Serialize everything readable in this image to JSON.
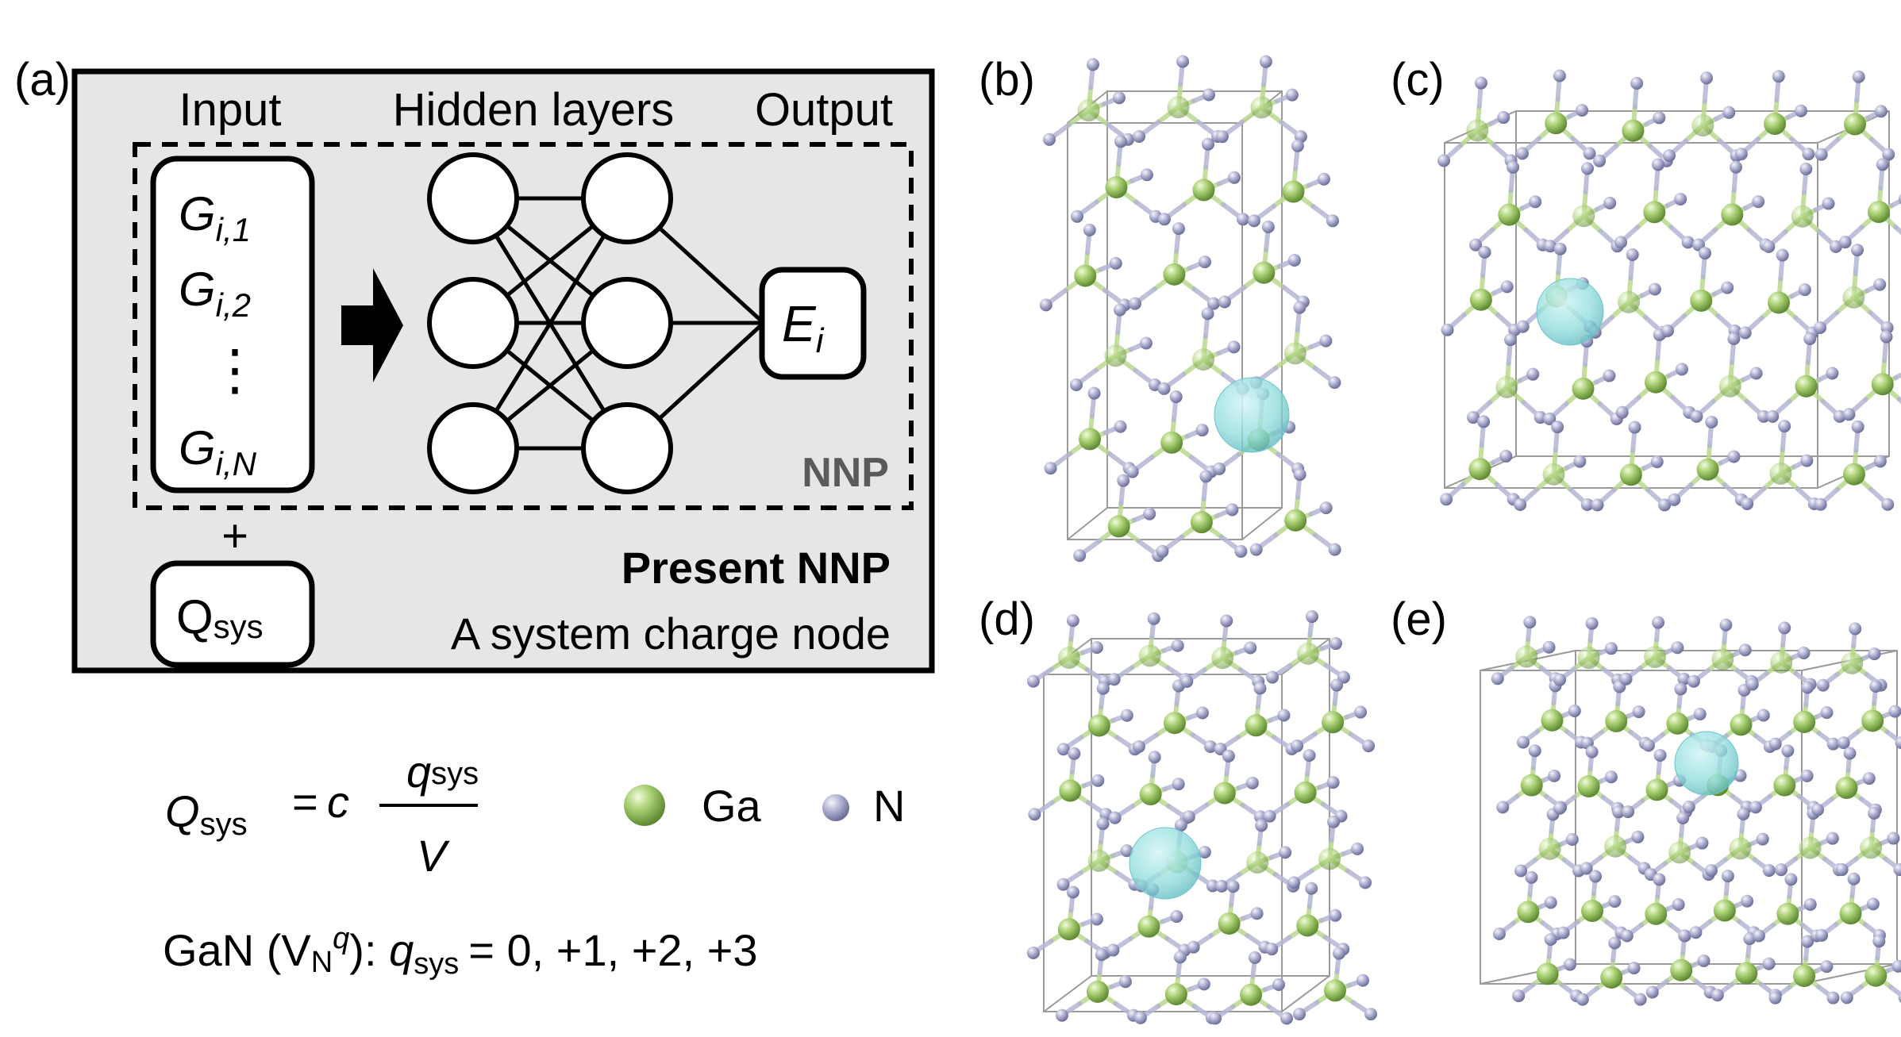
{
  "panel_a": {
    "label": "(a)",
    "header_input": "Input",
    "header_hidden": "Hidden layers",
    "header_output": "Output",
    "inputs": [
      {
        "sym": "G",
        "sub": "i,1"
      },
      {
        "sym": "G",
        "sub": "i,2"
      },
      {
        "sym": "⋮",
        "sub": ""
      },
      {
        "sym": "G",
        "sub": "i,N"
      }
    ],
    "output": {
      "sym": "E",
      "sub": "i"
    },
    "nnp_label": "NNP",
    "plus": "+",
    "qsys": {
      "sym": "Q",
      "sub": "sys"
    },
    "present_title": "Present NNP",
    "present_subtitle": "A system charge node"
  },
  "formula": {
    "lhs_sym": "Q",
    "lhs_sub": "sys",
    "equals": "=",
    "coef": "c",
    "num_sym": "q",
    "num_sub": "sys",
    "den": "V"
  },
  "legend": {
    "items": [
      {
        "label": "Ga",
        "color": "#a8cf72"
      },
      {
        "label": "N",
        "color": "#aeb0d0"
      }
    ]
  },
  "charges_line": {
    "prefix": "GaN (V",
    "sub": "N",
    "sup": "q",
    "mid": "): ",
    "q_sym": "q",
    "q_sub": "sys",
    "values": "= 0, +1, +2, +3"
  },
  "structures": [
    {
      "label": "(b)"
    },
    {
      "label": "(c)"
    },
    {
      "label": "(d)"
    },
    {
      "label": "(e)"
    }
  ],
  "colors": {
    "panel_bg": "#e6e6e6",
    "ga": "#a8cf72",
    "n": "#aeb0d0",
    "vacancy": "#8fdcdc",
    "nnp_text": "#5a5a5a"
  }
}
